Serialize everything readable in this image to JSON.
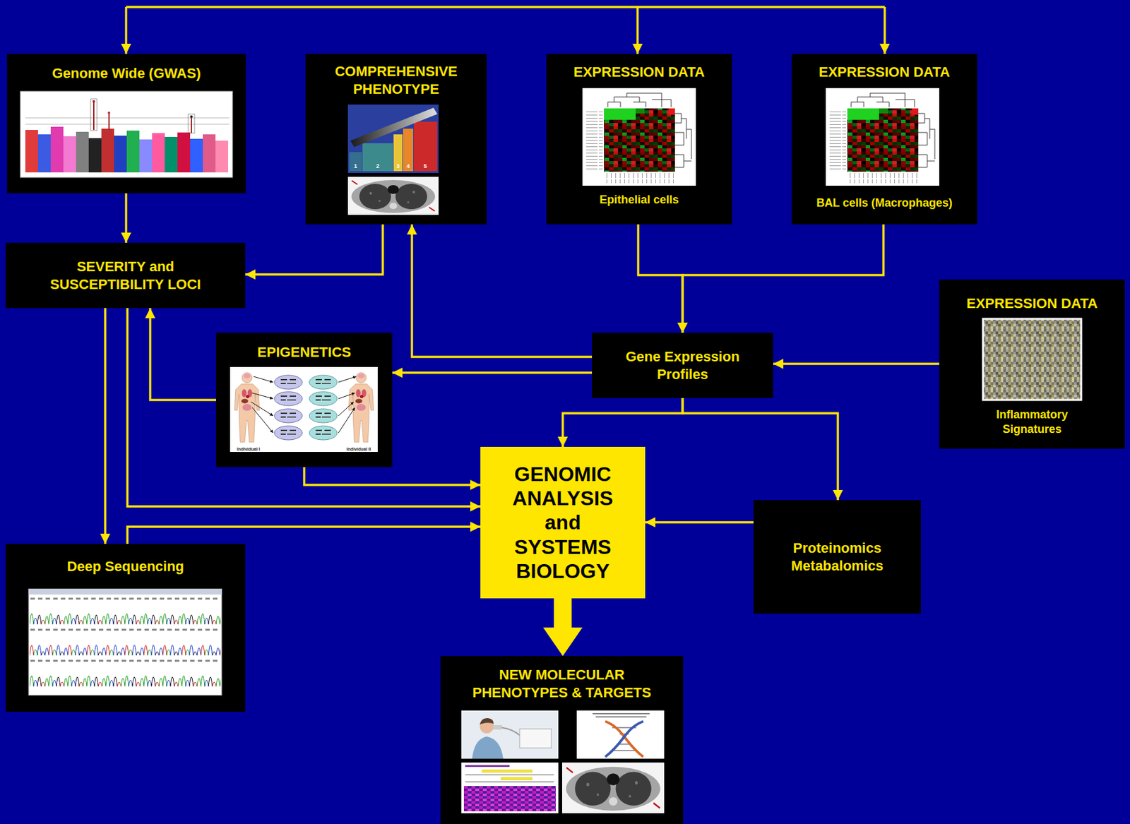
{
  "diagram": {
    "nodes": [
      {
        "text": [
          "Genome Wide (GWAS)"
        ]
      },
      {
        "text": [
          "COMPREHENSIVE PHENOTYPE"
        ]
      },
      {
        "text": [
          "EXPRESSION DATA",
          "Epithelial cells"
        ]
      },
      {
        "text": [
          "EXPRESSION DATA",
          "BAL cells (Macrophages)"
        ]
      },
      {
        "text": [
          "SEVERITY and SUSCEPTIBILITY LOCI"
        ]
      },
      {
        "text": [
          "EXPRESSION DATA",
          "Inflammatory Signatures"
        ]
      },
      {
        "text": [
          "EPIGENETICS"
        ]
      },
      {
        "text": [
          "Gene Expression Profiles"
        ]
      },
      {
        "text": [
          "GENOMIC ANALYSIS and SYSTEMS BIOLOGY"
        ]
      },
      {
        "text": [
          "Proteinomics Metabalomics"
        ]
      },
      {
        "text": [
          "Deep Sequencing"
        ]
      },
      {
        "text": [
          "NEW MOLECULAR PHENOTYPES & TARGETS"
        ]
      }
    ],
    "edges": [
      {
        "from": 0,
        "to": 4,
        "arrow": "to"
      },
      {
        "from": 1,
        "to": 4,
        "arrow": "to"
      },
      {
        "from": 2,
        "to": 7,
        "arrow": "to"
      },
      {
        "from": 3,
        "to": 7,
        "arrow": "to"
      },
      {
        "from": 7,
        "to": 1,
        "arrow": "to"
      },
      {
        "from": 7,
        "to": 6,
        "arrow": "to"
      },
      {
        "from": 5,
        "to": 7,
        "arrow": "to"
      },
      {
        "from": 6,
        "to": 4,
        "arrow": "to"
      },
      {
        "from": 6,
        "to": 8,
        "arrow": "to"
      },
      {
        "from": 4,
        "to": 10,
        "arrow": "to"
      },
      {
        "from": 4,
        "to": 8,
        "arrow": "to"
      },
      {
        "from": 10,
        "to": 8,
        "arrow": "to"
      },
      {
        "from": 7,
        "to": 8,
        "arrow": "to"
      },
      {
        "from": 7,
        "to": 9,
        "arrow": "to"
      },
      {
        "from": 9,
        "to": 8,
        "arrow": "to"
      },
      {
        "from": 8,
        "to": 11,
        "arrow": "to"
      }
    ],
    "labels": [
      "1",
      "2",
      "3",
      "4",
      "5",
      "Individual I",
      "Individual II"
    ]
  }
}
